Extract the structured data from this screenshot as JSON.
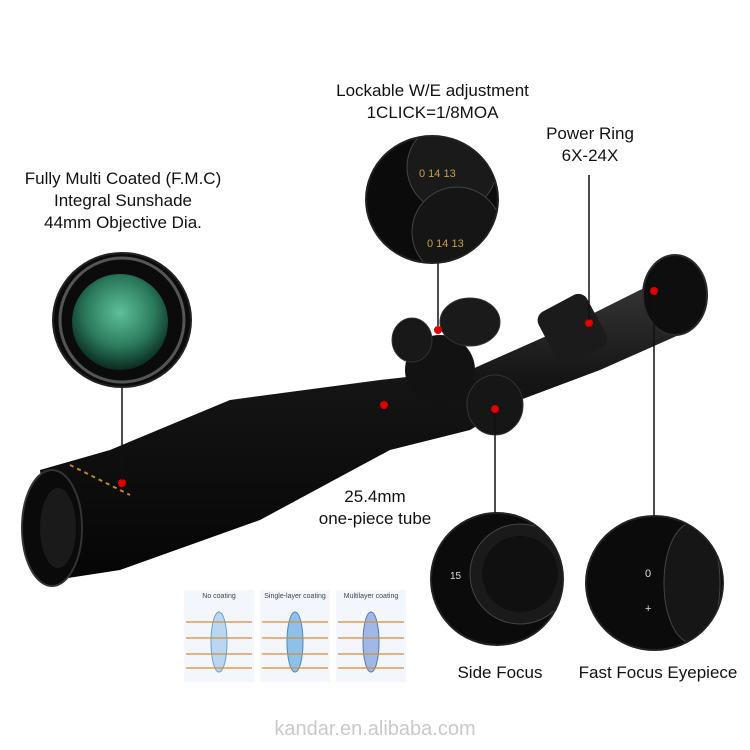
{
  "callouts": {
    "we_adjustment": [
      "Lockable  W/E adjustment",
      "1CLICK=1/8MOA"
    ],
    "power_ring": [
      "Power Ring",
      "6X-24X"
    ],
    "objective": [
      "Fully Multi Coated (F.M.C)",
      "Integral  Sunshade",
      "44mm Objective Dia."
    ],
    "tube": [
      "25.4mm",
      "one-piece tube"
    ],
    "side_focus": "Side  Focus",
    "eyepiece": "Fast Focus Eyepiece"
  },
  "coating_panels": [
    "No coating",
    "Single-layer coating",
    "Multilayer coating"
  ],
  "watermark": "kandar.en.alibaba.com",
  "colors": {
    "dot": "#e00000",
    "scope_body": "#0d0d0d",
    "lens_green": "#2f8a6a"
  }
}
